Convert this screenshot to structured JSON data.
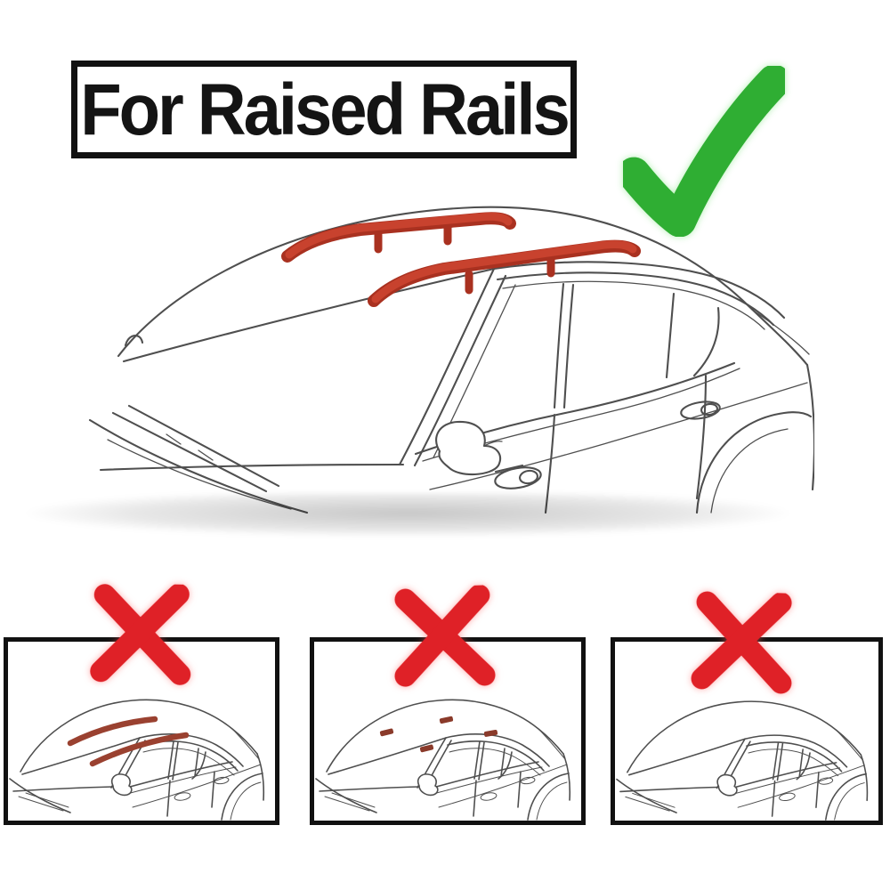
{
  "title": {
    "label": "For Raised Rails"
  },
  "main_illustration": {
    "name": "sedan-with-raised-roof-rails",
    "roof_type": "raised side rails",
    "status": "compatible",
    "status_icon": "check-icon"
  },
  "incompatible_panels": [
    {
      "name": "sedan-with-flush-rails",
      "roof_type": "flush integrated rails",
      "status": "not compatible",
      "status_icon": "cross-icon"
    },
    {
      "name": "sedan-with-fixed-points",
      "roof_type": "fixed mounting points",
      "status": "not compatible",
      "status_icon": "cross-icon"
    },
    {
      "name": "sedan-with-bare-roof",
      "roof_type": "bare roof",
      "status": "not compatible",
      "status_icon": "cross-icon"
    }
  ],
  "colors": {
    "background": "#ffffff",
    "border_black": "#111111",
    "line_art": "#4f4f4f",
    "check_green": "#2fae33",
    "cross_red": "#df2127",
    "rail_red": "#c8422e",
    "rail_red_dark": "#a93120",
    "flush_rail_red": "#9a4130",
    "fixpoint_red": "#8a3a2a",
    "shadow_gray": "#8a8a8a"
  }
}
